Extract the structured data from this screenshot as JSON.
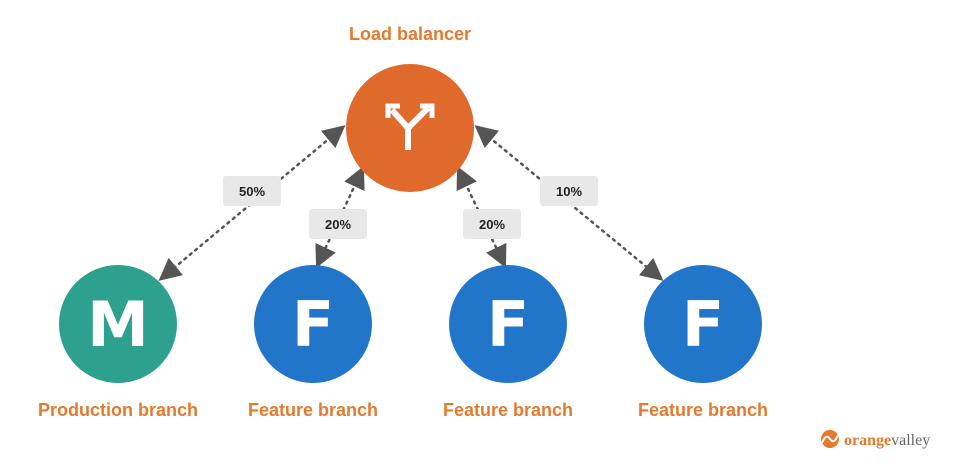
{
  "load_balancer": {
    "title": "Load balancer",
    "icon": "split-arrows-icon",
    "color": "#E06A2B"
  },
  "branches": [
    {
      "letter": "M",
      "label": "Production branch",
      "color": "#2EA08E",
      "percent": "50%"
    },
    {
      "letter": "F",
      "label": "Feature branch",
      "color": "#2176C9",
      "percent": "20%"
    },
    {
      "letter": "F",
      "label": "Feature branch",
      "color": "#2176C9",
      "percent": "20%"
    },
    {
      "letter": "F",
      "label": "Feature branch",
      "color": "#2176C9",
      "percent": "10%"
    }
  ],
  "colors": {
    "label_orange": "#E57A2E",
    "percent_box": "#E8E8E8",
    "connector": "#555555"
  },
  "brand": {
    "name_bold": "orange",
    "name_rest": "valley"
  }
}
